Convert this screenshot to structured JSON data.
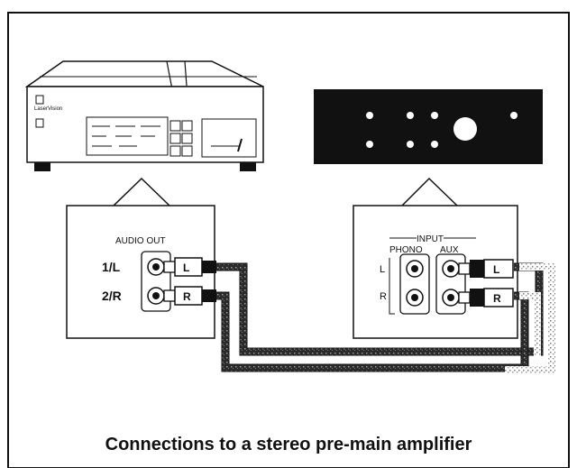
{
  "caption": "Connections to a stereo pre-main amplifier",
  "player": {
    "brand_text": "LaserVision"
  },
  "player_panel": {
    "header": "AUDIO OUT",
    "ch1_label": "1/L",
    "ch2_label": "2/R"
  },
  "amp_panel": {
    "input_label": "INPUT",
    "phono_label": "PHONO",
    "aux_label": "AUX",
    "left_label": "L",
    "right_label": "R"
  },
  "plug_labels": {
    "left": "L",
    "right": "R"
  }
}
